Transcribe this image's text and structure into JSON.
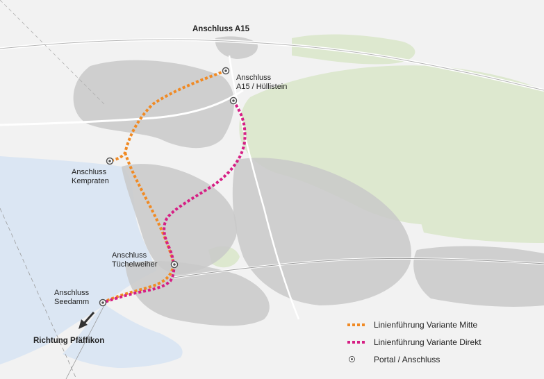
{
  "map": {
    "labels": {
      "anschluss_a15": "Anschluss A15",
      "a15_huellistein": "Anschluss\nA15 / Hüllistein",
      "kempraten": "Anschluss\nKempraten",
      "tuechelweiher": "Anschluss\nTüchelweiher",
      "seedamm": "Anschluss\nSeedamm",
      "richtung_pfaeffikon": "Richtung Pfäffikon"
    },
    "colors": {
      "lake": "#dbe6f3",
      "forest": "#dde8cf",
      "settlement": "#c9c9c9",
      "route_mitte": "#f08a24",
      "route_direkt": "#d61f84"
    }
  },
  "legend": {
    "items": [
      {
        "label": "Linienführung Variante Mitte",
        "color": "#f08a24",
        "type": "dashed-line"
      },
      {
        "label": "Linienführung Variante Direkt",
        "color": "#d61f84",
        "type": "dashed-line"
      },
      {
        "label": "Portal / Anschluss",
        "color": "#555555",
        "type": "portal-icon"
      }
    ]
  }
}
